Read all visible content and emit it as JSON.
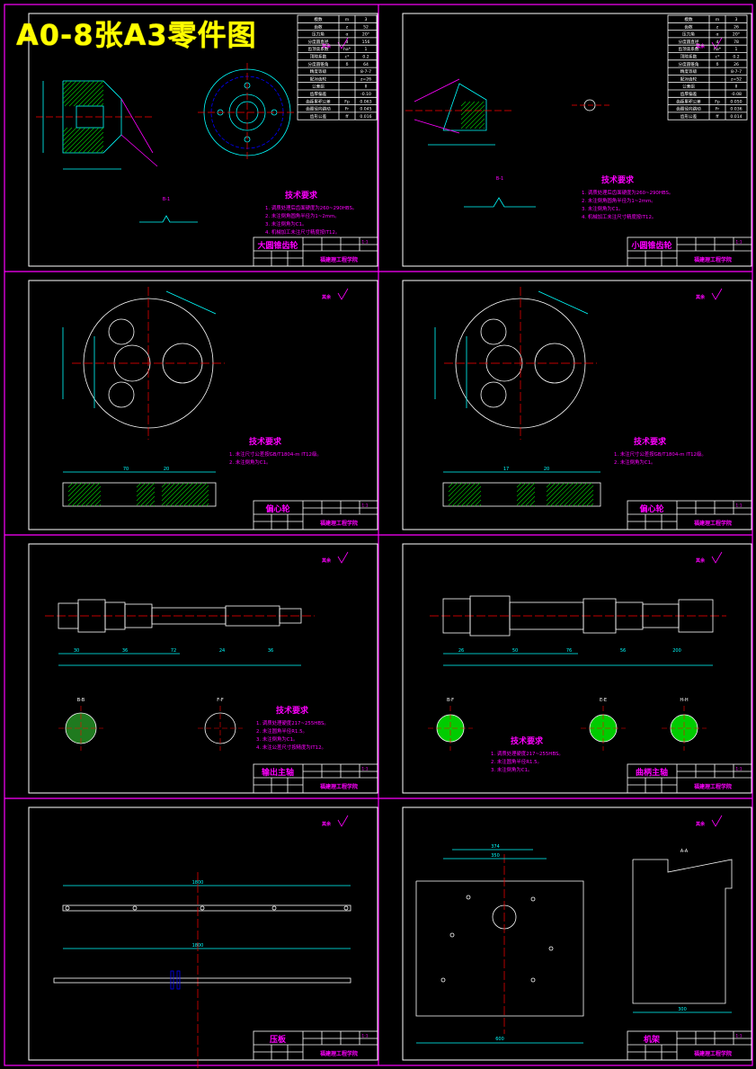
{
  "overlay_title": "A0-8张A3零件图",
  "colors": {
    "frame": "#ff00ff",
    "inner": "#ffffff",
    "magenta": "#ff00ff",
    "cyan": "#00ffff",
    "green": "#00ff00",
    "red": "#ff0000",
    "blue": "#0000ff",
    "yellow": "#ffff00",
    "hatch": "#00cc00"
  },
  "sheets": [
    {
      "id": "s1",
      "part_name": "大圆锥齿轮",
      "school": "福建理工程学院",
      "drawing_no": "",
      "scale": "1:1",
      "roughness": "其余",
      "tech_title": "技术要求",
      "tech_items": [
        "1. 调质处理后齿面硬度为260~290HBS。",
        "2. 未注倒角圆角半径为1~2mm。",
        "3. 未注倒角为C1。",
        "4. 机械加工未注尺寸精度按IT12。"
      ],
      "section_label": "B-1",
      "table_rows": [
        [
          "模数",
          "m",
          "3"
        ],
        [
          "齿数",
          "z",
          "52"
        ],
        [
          "压力角",
          "α",
          "20°"
        ],
        [
          "分度圆直径",
          "d",
          "156"
        ],
        [
          "齿顶高系数",
          "ha*",
          "1"
        ],
        [
          "顶隙系数",
          "c*",
          "0.2"
        ],
        [
          "分度圆锥角",
          "δ",
          "64"
        ],
        [
          "精度等级",
          "",
          "8-7-7"
        ],
        [
          "配对齿轮",
          "",
          "z=26"
        ],
        [
          "公差组",
          "",
          "Ⅱ"
        ],
        [
          "齿厚偏差",
          "",
          "-0.10"
        ],
        [
          "齿距累积公差",
          "Fp",
          "0.063"
        ],
        [
          "齿圈径向跳动",
          "Fr",
          "0.045"
        ],
        [
          "齿形公差",
          "ff",
          "0.016"
        ]
      ]
    },
    {
      "id": "s2",
      "part_name": "小圆锥齿轮",
      "school": "福建理工程学院",
      "drawing_no": "",
      "scale": "1:1",
      "roughness": "其余",
      "tech_title": "技术要求",
      "tech_items": [
        "1. 调质处理后齿面硬度为260~290HBS。",
        "2. 未注倒角圆角半径为1~2mm。",
        "3. 未注倒角为C1。",
        "4. 机械加工未注尺寸精度按IT12。"
      ],
      "section_label": "B-1",
      "table_rows": [
        [
          "模数",
          "m",
          "3"
        ],
        [
          "齿数",
          "z",
          "26"
        ],
        [
          "压力角",
          "α",
          "20°"
        ],
        [
          "分度圆直径",
          "d",
          "78"
        ],
        [
          "齿顶高系数",
          "ha*",
          "1"
        ],
        [
          "顶隙系数",
          "c*",
          "0.2"
        ],
        [
          "分度圆锥角",
          "δ",
          "26"
        ],
        [
          "精度等级",
          "",
          "8-7-7"
        ],
        [
          "配对齿轮",
          "",
          "z=52"
        ],
        [
          "公差组",
          "",
          "Ⅱ"
        ],
        [
          "齿厚偏差",
          "",
          "-0.08"
        ],
        [
          "齿距累积公差",
          "Fp",
          "0.050"
        ],
        [
          "齿圈径向跳动",
          "Fr",
          "0.036"
        ],
        [
          "齿形公差",
          "ff",
          "0.014"
        ]
      ]
    },
    {
      "id": "s3",
      "part_name": "偏心轮",
      "school": "福建理工程学院",
      "drawing_no": "",
      "scale": "1:1",
      "roughness": "其余",
      "tech_title": "技术要求",
      "tech_items": [
        "1. 未注尺寸公差按GB/T1804-m IT12级。",
        "2. 未注倒角为C1。"
      ],
      "dims": [
        "70",
        "20"
      ]
    },
    {
      "id": "s4",
      "part_name": "偏心轮",
      "school": "福建理工程学院",
      "drawing_no": "",
      "scale": "1:1",
      "roughness": "其余",
      "tech_title": "技术要求",
      "tech_items": [
        "1. 未注尺寸公差按GB/T1804-m IT12级。",
        "2. 未注倒角为C1。"
      ],
      "dims": [
        "17",
        "20"
      ]
    },
    {
      "id": "s5",
      "part_name": "输出主轴",
      "school": "福建理工程学院",
      "drawing_no": "",
      "scale": "1:1",
      "roughness": "其余",
      "tech_title": "技术要求",
      "tech_items": [
        "1. 调质处理硬度217~255HBS。",
        "2. 未注圆角半径R1.5。",
        "3. 未注倒角为C1。",
        "4. 未注公差尺寸按精度为IT12。"
      ],
      "sections": [
        "B-B",
        "F-F"
      ],
      "dims": [
        "30",
        "36",
        "72",
        "24",
        "36"
      ]
    },
    {
      "id": "s6",
      "part_name": "曲柄主轴",
      "school": "福建理工程学院",
      "drawing_no": "",
      "scale": "1:1",
      "roughness": "其余",
      "tech_title": "技术要求",
      "tech_items": [
        "1. 调质处理硬度217~255HBS。",
        "2. 未注圆角半径R1.5。",
        "3. 未注倒角为C1。"
      ],
      "sections": [
        "B-F",
        "E-E",
        "H-H"
      ],
      "dims": [
        "26",
        "50",
        "76",
        "56",
        "200"
      ]
    },
    {
      "id": "s7",
      "part_name": "压板",
      "school": "福建理工程学院",
      "drawing_no": "",
      "scale": "1:1",
      "roughness": "其余",
      "dims": [
        "1800",
        "1800"
      ]
    },
    {
      "id": "s8",
      "part_name": "机架",
      "school": "福建理工程学院",
      "drawing_no": "",
      "scale": "1:1",
      "roughness": "其余",
      "section_label": "A-A",
      "dims": [
        "374",
        "350",
        "600",
        "300"
      ]
    }
  ]
}
